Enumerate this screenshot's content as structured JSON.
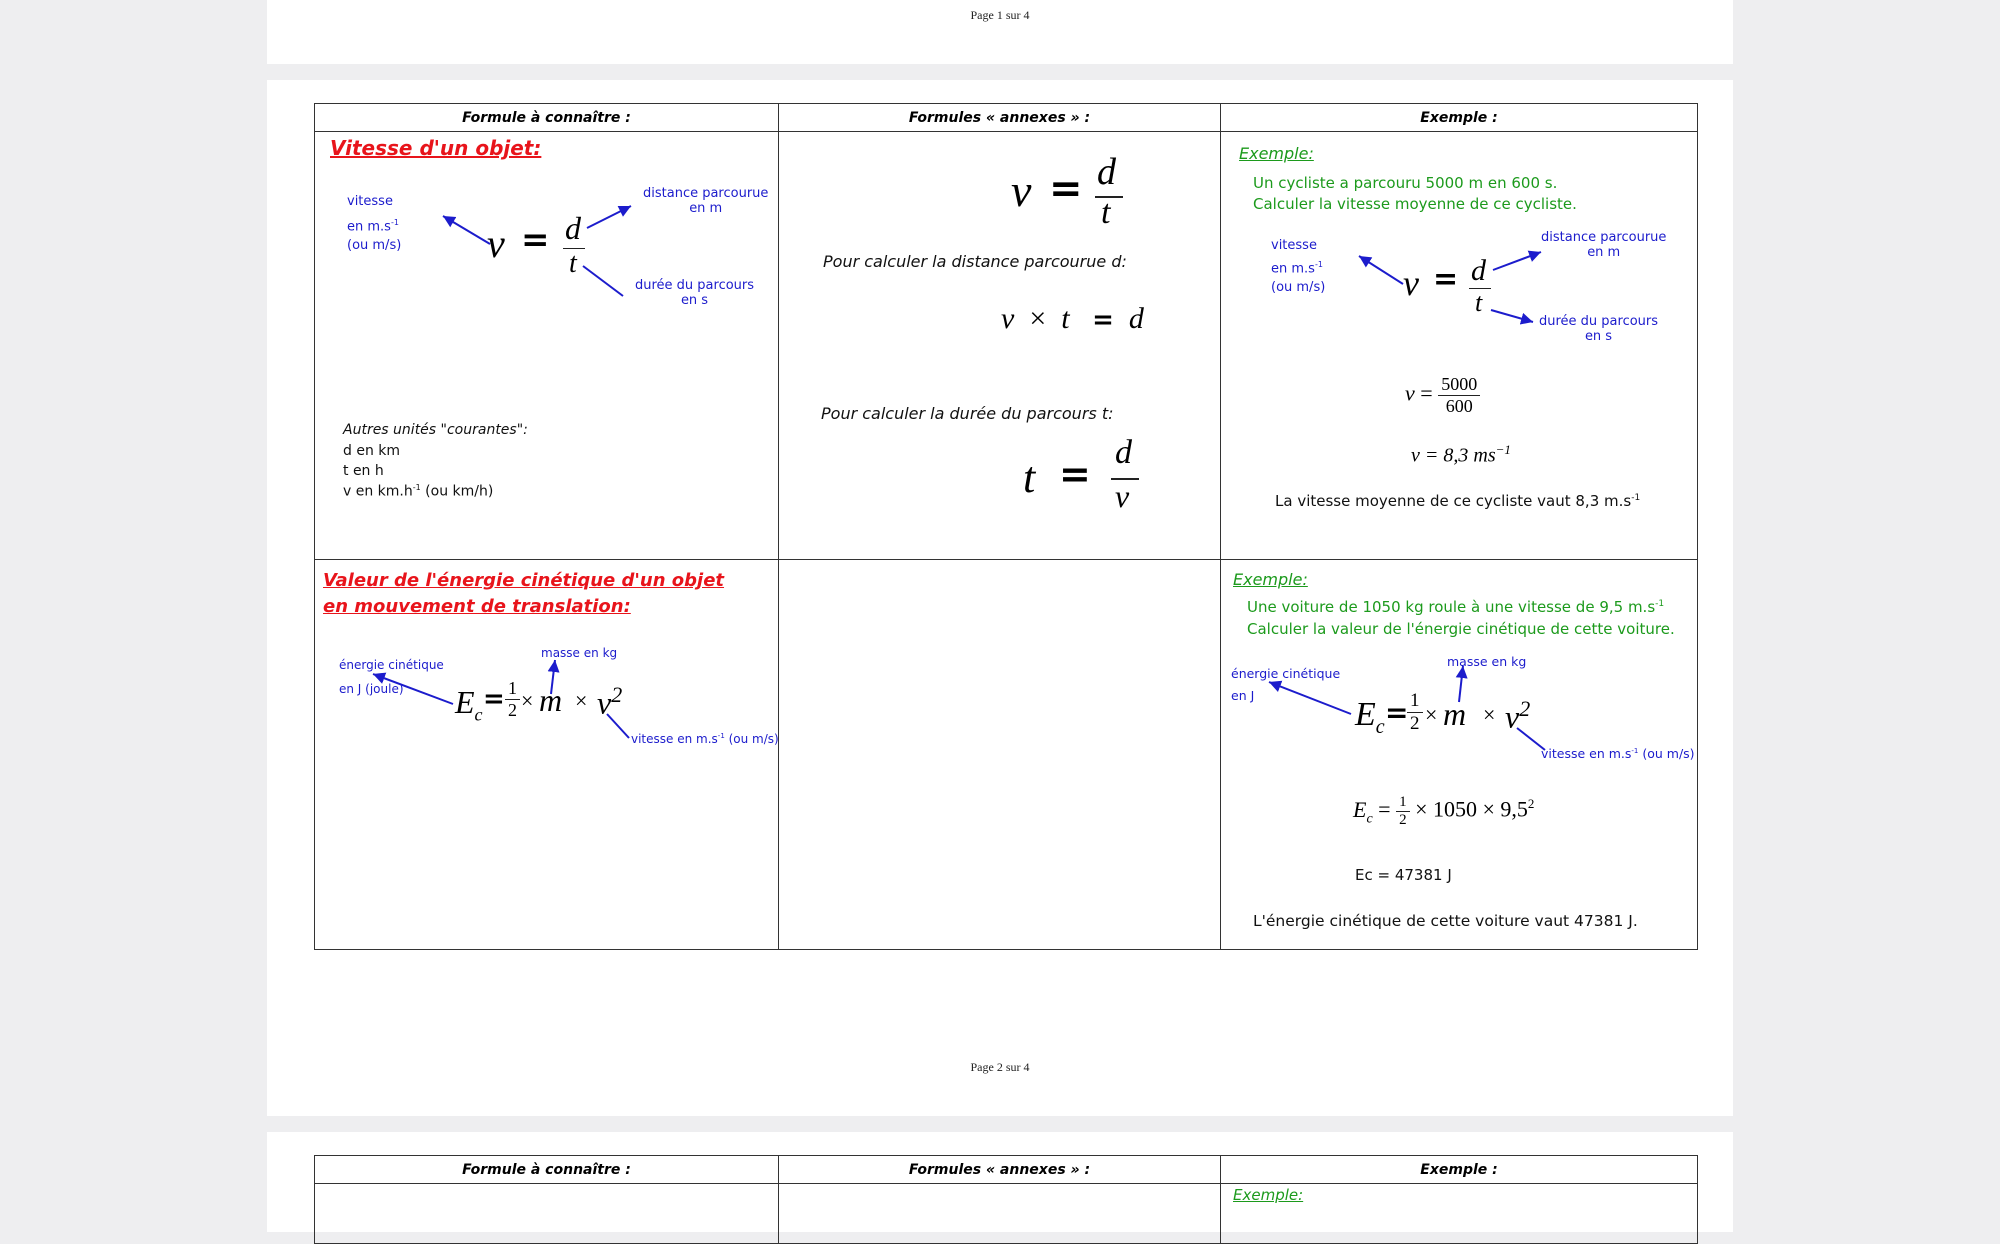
{
  "pages": {
    "page1_label": "Page 1 sur 4",
    "page2_label": "Page 2 sur 4"
  },
  "headers": {
    "col1": "Formule à connaître :",
    "col2": "Formules « annexes » :",
    "col3": "Exemple :"
  },
  "vitesse": {
    "title": "Vitesse d'un objet:",
    "label_vitesse": "vitesse",
    "label_unit_l1": "en m.s",
    "label_unit_sup": "-1",
    "label_unit_l2": "(ou m/s)",
    "label_distance_l1": "distance parcourue",
    "label_distance_l2": "en m",
    "label_duree_l1": "durée du parcours",
    "label_duree_l2": "en s",
    "formula_v": "v",
    "formula_eq": "=",
    "formula_d": "d",
    "formula_t": "t",
    "autres_title": "Autres unités \"courantes\":",
    "autres_d": "d en km",
    "autres_t": "t en h",
    "autres_v": "v en km.h",
    "autres_v_sup": "-1",
    "autres_v_end": " (ou km/h)"
  },
  "annexes": {
    "calc_distance": "Pour calculer la distance parcourue d:",
    "distance_v": "v",
    "distance_times": "×",
    "distance_t": "t",
    "distance_eq": "=",
    "distance_d": "d",
    "calc_duree": "Pour calculer la durée du parcours t:",
    "duree_t": "t",
    "duree_eq": "=",
    "duree_d": "d",
    "duree_v": "v"
  },
  "exemple1": {
    "title": "Exemple:",
    "line1": "Un cycliste a parcouru 5000 m en 600 s.",
    "line2": "Calculer la vitesse moyenne de ce cycliste.",
    "label_vitesse": "vitesse",
    "label_unit_l1": "en m.s",
    "label_unit_sup": "-1",
    "label_unit_l2": "(ou m/s)",
    "label_distance_l1": "distance parcourue",
    "label_distance_l2": "en m",
    "label_duree_l1": "durée du parcours",
    "label_duree_l2": "en s",
    "calc_v": "v",
    "calc_eq": "=",
    "calc_num": "5000",
    "calc_den": "600",
    "result_lhs": "v = 8,3 ms",
    "result_sup": "−1",
    "conclusion": "La vitesse moyenne de ce cycliste vaut 8,3 m.s",
    "conclusion_sup": "-1"
  },
  "energie": {
    "title_l1": "Valeur de l'énergie cinétique d'un objet",
    "title_l2": "en mouvement de translation:",
    "label_energie": "énergie cinétique",
    "label_energie_unit": "en J (joule)",
    "label_masse": "masse",
    "label_masse_unit": "en kg",
    "label_vitesse": "vitesse en m.s",
    "label_vitesse_sup": "-1",
    "label_vitesse_end": " (ou m/s)",
    "f_E": "E",
    "f_c": "c",
    "f_eq": "=",
    "f_one": "1",
    "f_two": "2",
    "f_times1": "×",
    "f_m": "m",
    "f_times2": "×",
    "f_v": "v",
    "f_sq": "2"
  },
  "exemple2": {
    "title": "Exemple:",
    "line1": "Une voiture de 1050 kg roule à une vitesse de 9,5 m.s",
    "line1_sup": "-1",
    "line2": "Calculer la valeur de l'énergie cinétique de cette voiture.",
    "label_energie": "énergie cinétique",
    "label_energie_unit": "en J",
    "label_masse": "masse",
    "label_masse_unit": "en kg",
    "label_vitesse": "vitesse en m.s",
    "label_vitesse_sup": "-1",
    "label_vitesse_end": " (ou m/s)",
    "calc_rest": "× 1050  × 9,5",
    "calc_sq": "2",
    "result": "Ec = 47381 J",
    "conclusion": "L'énergie cinétique de cette voiture vaut 47381 J."
  },
  "page3": {
    "exemple_partial": "Exemple:"
  }
}
